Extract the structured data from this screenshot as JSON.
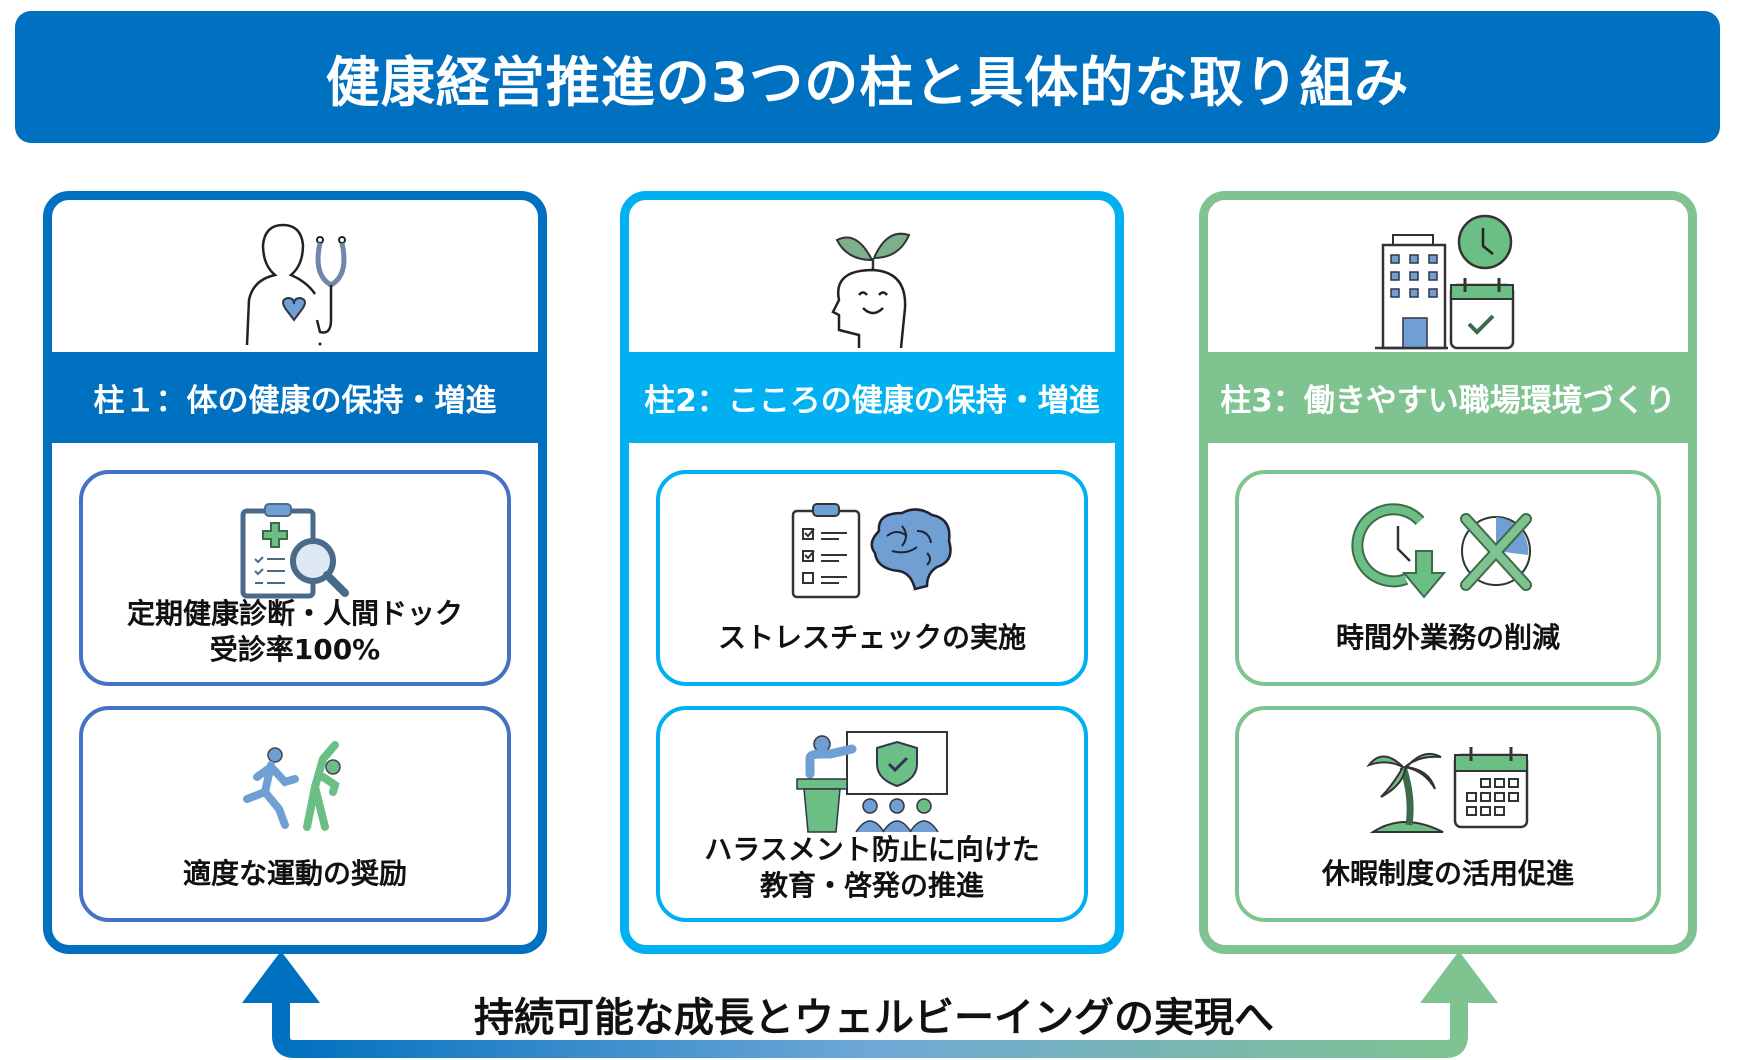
{
  "title": "健康経営推進の3つの柱と具体的な取り組み",
  "colors": {
    "title_bg": "#0070c0",
    "pillar1": "#0070c0",
    "pillar1_card": "#4472c4",
    "pillar2": "#00b0f0",
    "pillar3": "#7fc391",
    "icon_blue": "#5b9bd5",
    "icon_green": "#6cbf84"
  },
  "pillars": [
    {
      "label": "柱１：体の健康の保持・増進",
      "icon": "person-stethoscope-heart-icon",
      "initiatives": [
        {
          "icon": "clipboard-magnifier-icon",
          "lines": [
            "定期健康診断・人間ドック",
            "受診率100%"
          ]
        },
        {
          "icon": "exercise-figures-icon",
          "lines": [
            "適度な運動の奨励"
          ]
        }
      ]
    },
    {
      "label": "柱2：こころの健康の保持・増進",
      "icon": "head-sprout-smile-icon",
      "initiatives": [
        {
          "icon": "checklist-brain-icon",
          "lines": [
            "ストレスチェックの実施"
          ]
        },
        {
          "icon": "presenter-shield-audience-icon",
          "lines": [
            "ハラスメント防止に向けた",
            "教育・啓発の推進"
          ]
        }
      ]
    },
    {
      "label": "柱3：働きやすい職場環境づくり",
      "icon": "building-clock-calendar-icon",
      "initiatives": [
        {
          "icon": "clock-down-no-overtime-icon",
          "lines": [
            "時間外業務の削減"
          ]
        },
        {
          "icon": "palm-tree-calendar-icon",
          "lines": [
            "休暇制度の活用促進"
          ]
        }
      ]
    }
  ],
  "footer": {
    "text": "持続可能な成長とウェルビーイングの実現へ"
  }
}
